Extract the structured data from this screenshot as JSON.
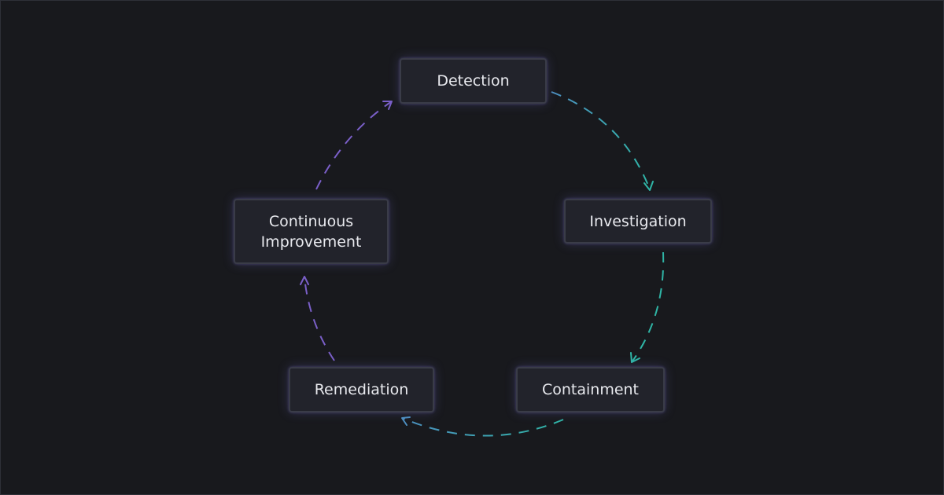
{
  "nodes": {
    "detection": "Detection",
    "investigation": "Investigation",
    "containment": "Containment",
    "remediation": "Remediation",
    "improvement_line1": "Continuous",
    "improvement_line2": "Improvement"
  },
  "colors": {
    "teal": "#2fb5a6",
    "blue": "#4d8fc0",
    "purple": "#7a5fc8",
    "node_fill": "#22232b",
    "node_border": "#3a3c48",
    "background": "#18191d",
    "text": "#e8e9ee"
  }
}
